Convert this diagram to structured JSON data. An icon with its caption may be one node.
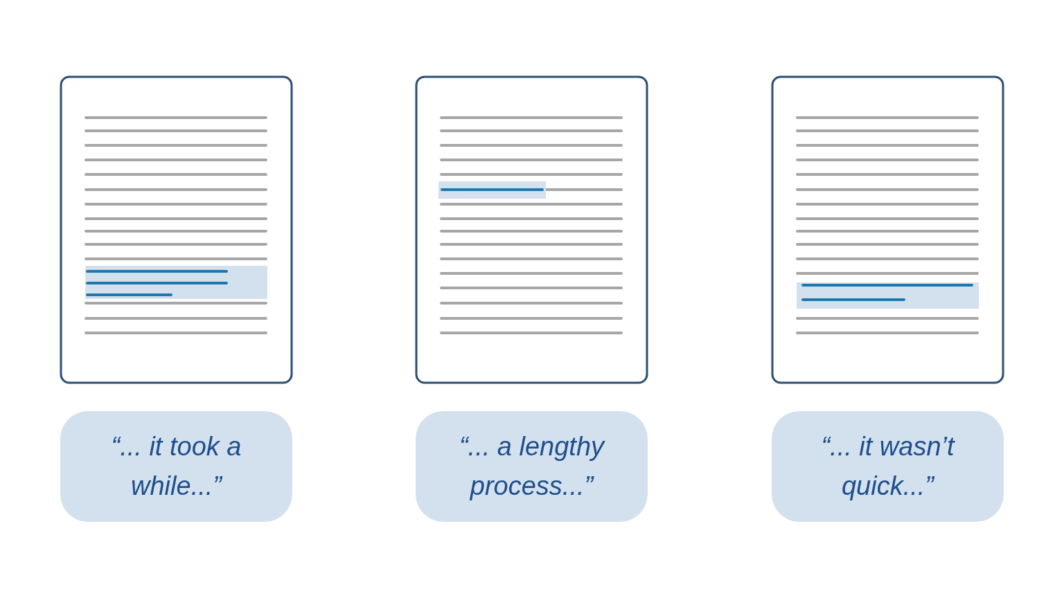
{
  "diagram": {
    "nodes": [
      {
        "text": [
          "“... it took a while...”"
        ]
      },
      {
        "text": [
          "“... a lengthy process...”"
        ]
      },
      {
        "text": [
          "“... it wasn’t quick...”"
        ]
      }
    ]
  }
}
